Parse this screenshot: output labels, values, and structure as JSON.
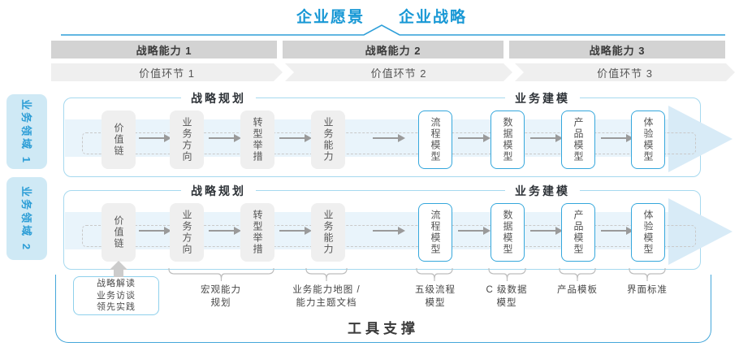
{
  "title": {
    "vision": "企业愿景",
    "strategy": "企业战略"
  },
  "strategic_capabilities": [
    {
      "label": "战略能力 1"
    },
    {
      "label": "战略能力 2"
    },
    {
      "label": "战略能力 3"
    }
  ],
  "value_links": [
    {
      "label": "价值环节 1"
    },
    {
      "label": "价值环节 2"
    },
    {
      "label": "价值环节 3"
    }
  ],
  "business_domains": [
    {
      "label": "业务领域 1"
    },
    {
      "label": "业务领域 2"
    }
  ],
  "panels": [
    {
      "planning_title": "战略规划",
      "modeling_title": "业务建模",
      "strategy_boxes": [
        {
          "label": "价值链"
        },
        {
          "label": "业务方向"
        },
        {
          "label": "转型举措"
        },
        {
          "label": "业务能力"
        }
      ],
      "model_boxes": [
        {
          "label": "流程模型"
        },
        {
          "label": "数据模型"
        },
        {
          "label": "产品模型"
        },
        {
          "label": "体验模型"
        }
      ]
    },
    {
      "planning_title": "战略规划",
      "modeling_title": "业务建模",
      "strategy_boxes": [
        {
          "label": "价值链"
        },
        {
          "label": "业务方向"
        },
        {
          "label": "转型举措"
        },
        {
          "label": "业务能力"
        }
      ],
      "model_boxes": [
        {
          "label": "流程模型"
        },
        {
          "label": "数据模型"
        },
        {
          "label": "产品模型"
        },
        {
          "label": "体验模型"
        }
      ]
    }
  ],
  "practice_box": {
    "lines": [
      "战略解读",
      "业务访谈",
      "领先实践"
    ]
  },
  "bottom_labels": [
    {
      "lines": [
        "宏观能力",
        "规划"
      ]
    },
    {
      "lines": [
        "业务能力地图 /",
        "能力主题文档"
      ]
    },
    {
      "lines": [
        "五级流程",
        "模型"
      ]
    },
    {
      "lines": [
        "C 级数据",
        "模型"
      ]
    },
    {
      "lines": [
        "产品模板"
      ]
    },
    {
      "lines": [
        "界面标准"
      ]
    }
  ],
  "footer": {
    "tool_support_label": "工具支撑"
  },
  "colors": {
    "accent_blue": "#1898d5",
    "panel_border": "#a6d9ef",
    "container_border": "#45a7da",
    "band_fill": "#e9f4fb",
    "arrowhead_fill": "#d8ebf7",
    "gray_box": "#efefef",
    "blue_box_border": "#35a7dc",
    "bar_gray": "#d3d3d3",
    "chevron_gray": "#efefef",
    "domain_bg": "#cfe9f5"
  }
}
